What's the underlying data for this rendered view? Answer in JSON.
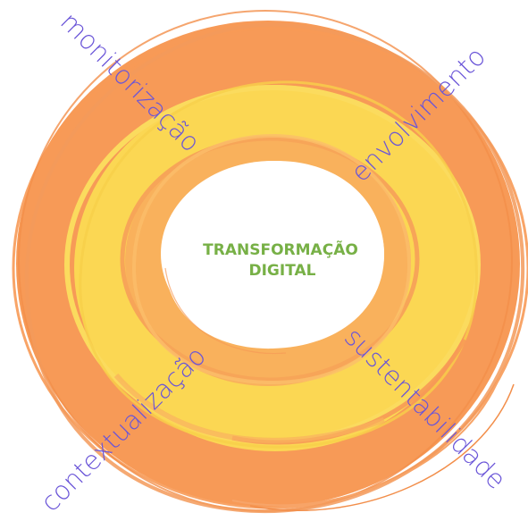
{
  "center": {
    "line1": "TRANSFORMAÇÃO",
    "line2": "DIGITAL"
  },
  "labels": {
    "top_left": "monitorização",
    "top_right": "envolvimento",
    "bottom_left": "contextualização",
    "bottom_right": "sustentabilidade"
  },
  "colors": {
    "outer_ring": "#F79A57",
    "middle_ring": "#FBD753",
    "inner_ring": "#F9B15C",
    "label_text": "#6A55D8",
    "center_text": "#77B046",
    "background": "#FFFFFF"
  }
}
